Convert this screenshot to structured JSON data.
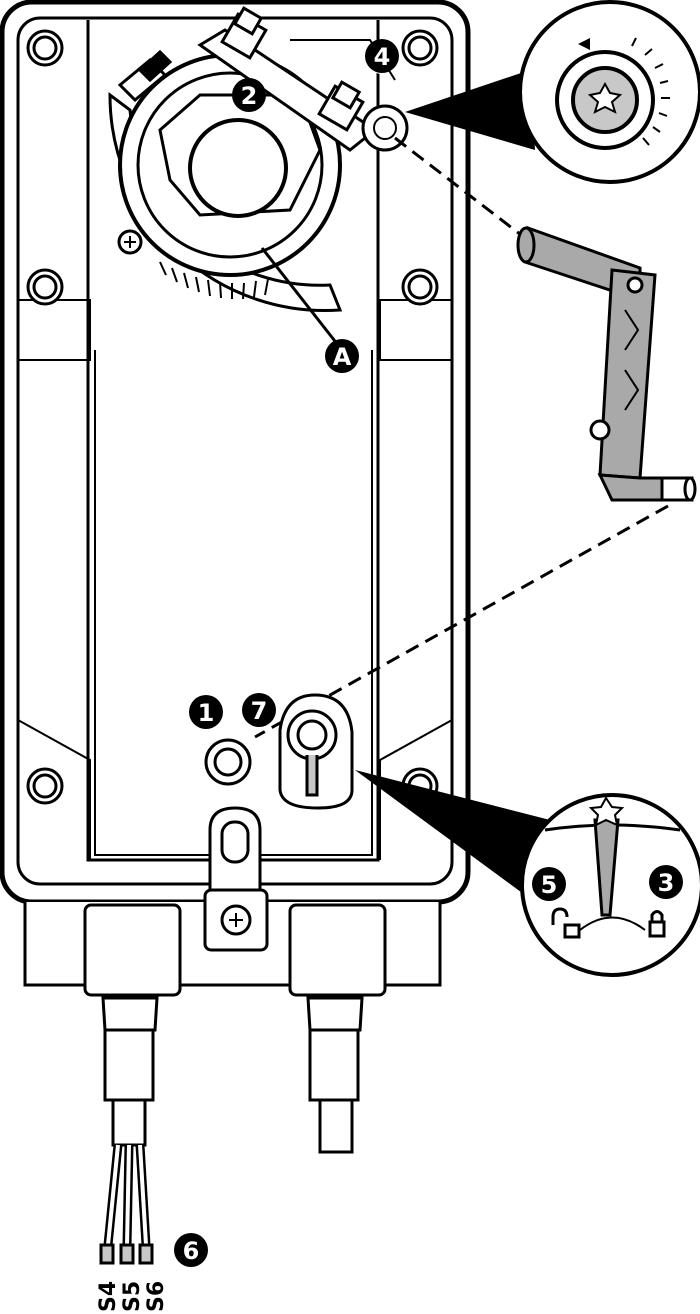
{
  "callouts": {
    "c1": "1",
    "c2": "2",
    "c3": "3",
    "c4": "4",
    "c5": "5",
    "c6": "6",
    "c7": "7",
    "cA": "A"
  },
  "wires": {
    "s4": "S4",
    "s5": "S5",
    "s6": "S6"
  },
  "icons": {
    "unlock": "unlock-icon",
    "lock": "lock-icon"
  },
  "colors": {
    "line": "#000000",
    "fill": "#ffffff",
    "crank": "#a9a9a9",
    "knob": "#c8c8c8"
  }
}
